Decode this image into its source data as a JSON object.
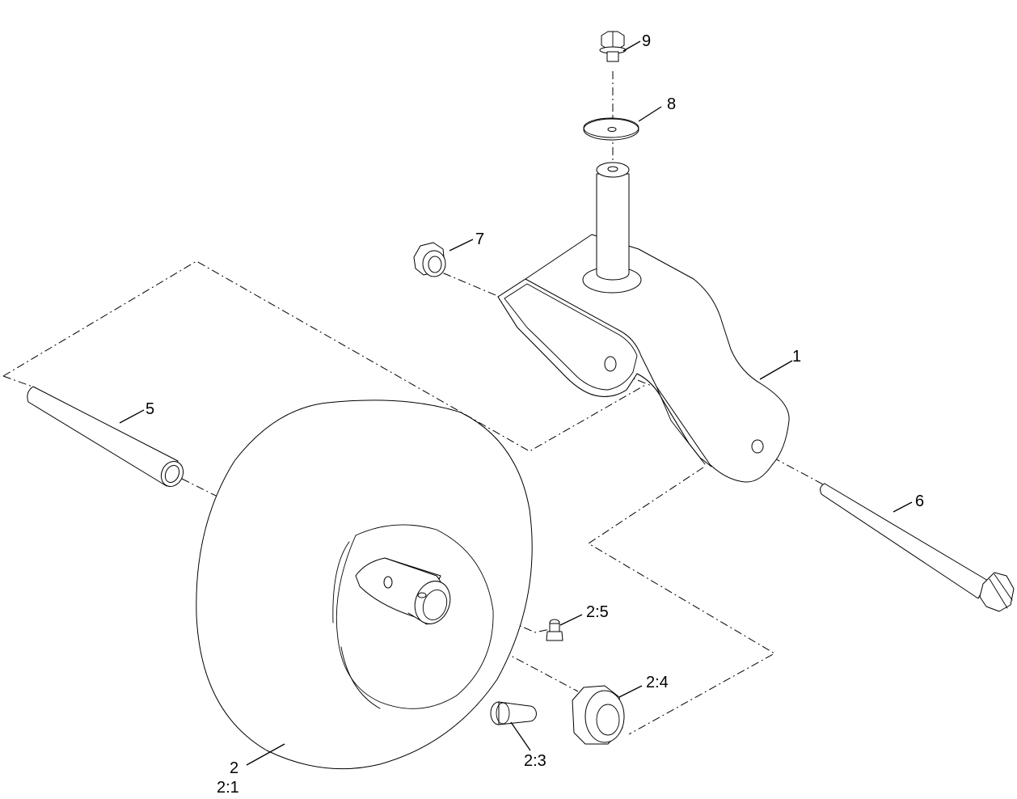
{
  "callouts": [
    {
      "id": "1",
      "text": "1"
    },
    {
      "id": "2",
      "text": "2"
    },
    {
      "id": "2_1",
      "text": "2:1"
    },
    {
      "id": "2_3",
      "text": "2:3"
    },
    {
      "id": "2_4",
      "text": "2:4"
    },
    {
      "id": "2_5",
      "text": "2:5"
    },
    {
      "id": "5",
      "text": "5"
    },
    {
      "id": "6",
      "text": "6"
    },
    {
      "id": "7",
      "text": "7"
    },
    {
      "id": "8",
      "text": "8"
    },
    {
      "id": "9",
      "text": "9"
    }
  ]
}
